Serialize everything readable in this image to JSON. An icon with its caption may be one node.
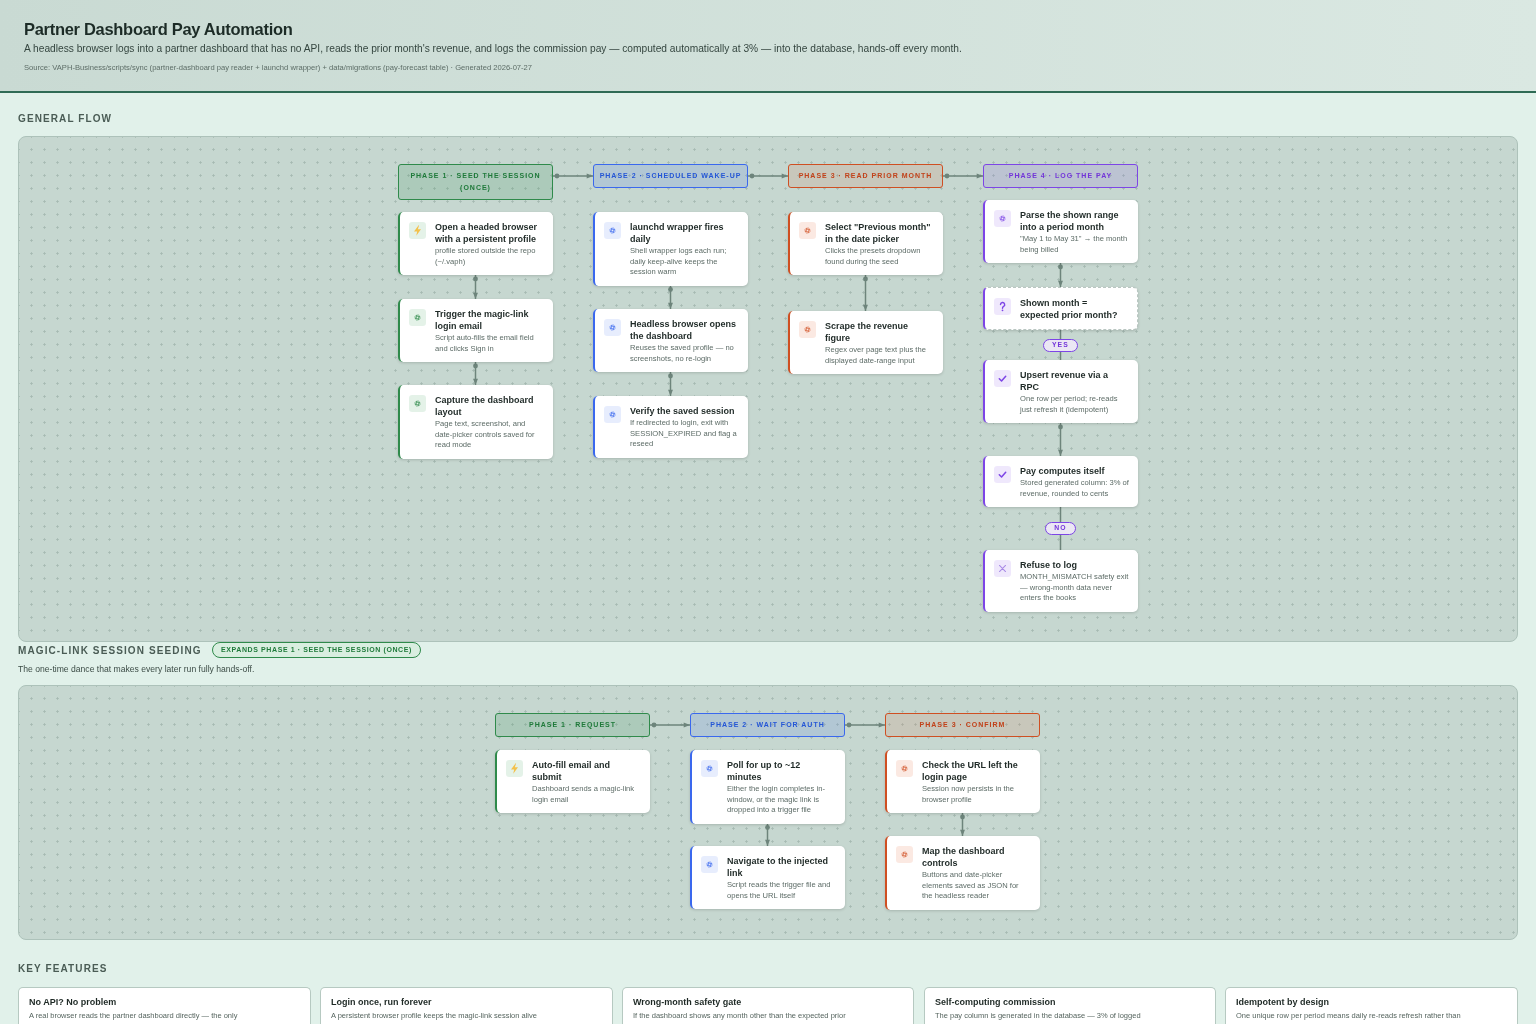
{
  "diagram": {
    "title": "Partner Dashboard Pay Automation",
    "nodes": [
      {
        "text": [
          "GENERAL FLOW"
        ]
      },
      {
        "text": [
          "PHASE 1 · SEED THE SESSION (ONCE)"
        ],
        "in": 0
      },
      {
        "text": [
          "PHASE 2 · SCHEDULED WAKE-UP"
        ],
        "in": 0
      },
      {
        "text": [
          "PHASE 3 · READ PRIOR MONTH"
        ],
        "in": 0
      },
      {
        "text": [
          "PHASE 4 · LOG THE PAY"
        ],
        "in": 0
      },
      {
        "text": [
          "Open a headed browser with a persistent profile",
          "profile stored outside the repo (~/.vaph)"
        ],
        "in": 0
      },
      {
        "text": [
          "Trigger the magic-link login email",
          "Script auto-fills the email field and clicks Sign in"
        ],
        "in": 0
      },
      {
        "text": [
          "Capture the dashboard layout",
          "Page text, screenshot, and date-picker controls saved for read mode"
        ],
        "in": 0
      },
      {
        "text": [
          "launchd wrapper fires daily",
          "Shell wrapper logs each run; daily keep-alive keeps the session warm"
        ],
        "in": 0
      },
      {
        "text": [
          "Headless browser opens the dashboard",
          "Reuses the saved profile — no screenshots, no re-login"
        ],
        "in": 0
      },
      {
        "text": [
          "Verify the saved session",
          "If redirected to login, exit with SESSION_EXPIRED and flag a reseed"
        ],
        "in": 0
      },
      {
        "text": [
          "Select \"Previous month\" in the date picker",
          "Clicks the presets dropdown found during the seed"
        ],
        "in": 0
      },
      {
        "text": [
          "Scrape the revenue figure",
          "Regex over page text plus the displayed date-range input"
        ],
        "in": 0
      },
      {
        "text": [
          "Parse the shown range into a period month",
          "\"May 1 to May 31\" → the month being billed"
        ],
        "in": 0
      },
      {
        "text": [
          "Shown month = expected prior month?"
        ],
        "in": 0
      },
      {
        "text": [
          "Upsert revenue via a RPC",
          "One row per period; re-reads just refresh it (idempotent)"
        ],
        "in": 0
      },
      {
        "text": [
          "Pay computes itself",
          "Stored generated column: 3% of revenue, rounded to cents"
        ],
        "in": 0
      },
      {
        "text": [
          "Refuse to log",
          "MONTH_MISMATCH safety exit — wrong-month data never enters the books"
        ],
        "in": 0
      },
      {
        "text": [
          "MAGIC-LINK SESSION SEEDING",
          "The one-time dance that makes every later run fully hands-off."
        ]
      },
      {
        "text": [
          "EXPANDS PHASE 1 · SEED THE SESSION (ONCE)"
        ]
      },
      {
        "text": [
          "PHASE 1 · REQUEST"
        ],
        "in": 18
      },
      {
        "text": [
          "PHASE 2 · WAIT FOR AUTH"
        ],
        "in": 18
      },
      {
        "text": [
          "PHASE 3 · CONFIRM"
        ],
        "in": 18
      },
      {
        "text": [
          "Auto-fill email and submit",
          "Dashboard sends a magic-link login email"
        ],
        "in": 18
      },
      {
        "text": [
          "Poll for up to ~12 minutes",
          "Either the login completes in-window, or the magic link is dropped into a trigger file"
        ],
        "in": 18
      },
      {
        "text": [
          "Navigate to the injected link",
          "Script reads the trigger file and opens the URL itself"
        ],
        "in": 18
      },
      {
        "text": [
          "Check the URL left the login page",
          "Session now persists in the browser profile"
        ],
        "in": 18
      },
      {
        "text": [
          "Map the dashboard controls",
          "Buttons and date-picker elements saved as JSON for the headless reader"
        ],
        "in": 18
      },
      {
        "text": [
          "No API? No problem",
          "A real browser reads the partner dashboard directly — the only"
        ]
      },
      {
        "text": [
          "Login once, run forever",
          "A persistent browser profile keeps the magic-link session alive"
        ]
      },
      {
        "text": [
          "Wrong-month safety gate",
          "If the dashboard shows any month other than the expected prior"
        ]
      },
      {
        "text": [
          "Self-computing commission",
          "The pay column is generated in the database — 3% of logged"
        ]
      },
      {
        "text": [
          "Idempotent by design",
          "One unique row per period means daily re-reads refresh rather than"
        ]
      }
    ],
    "edges": [
      {
        "from": 1,
        "to": 2,
        "arrow": "to"
      },
      {
        "from": 2,
        "to": 3,
        "arrow": "to"
      },
      {
        "from": 3,
        "to": 4,
        "arrow": "to"
      },
      {
        "from": 5,
        "to": 6,
        "arrow": "to"
      },
      {
        "from": 6,
        "to": 7,
        "arrow": "to"
      },
      {
        "from": 8,
        "to": 9,
        "arrow": "to"
      },
      {
        "from": 9,
        "to": 10,
        "arrow": "to"
      },
      {
        "from": 11,
        "to": 12,
        "arrow": "to"
      },
      {
        "from": 13,
        "to": 14,
        "arrow": "to"
      },
      {
        "from": 14,
        "to": 15,
        "arrow": "none",
        "label": "YES"
      },
      {
        "from": 15,
        "to": 16,
        "arrow": "to"
      },
      {
        "from": 16,
        "to": 17,
        "arrow": "none",
        "label": "NO"
      },
      {
        "from": 20,
        "to": 21,
        "arrow": "to"
      },
      {
        "from": 21,
        "to": 22,
        "arrow": "to"
      },
      {
        "from": 24,
        "to": 25,
        "arrow": "to"
      },
      {
        "from": 26,
        "to": 27,
        "arrow": "to"
      }
    ],
    "labels": [
      "A headless browser logs into a partner dashboard that has no API, reads the prior month's revenue, and logs the commission pay — computed automatically at 3% — into the database, hands-off every month.",
      "Source: VAPH-Business/scripts/sync (partner-dashboard pay reader + launchd wrapper) + data/migrations (pay-forecast table) · Generated 2026-07-27",
      "KEY FEATURES"
    ]
  }
}
